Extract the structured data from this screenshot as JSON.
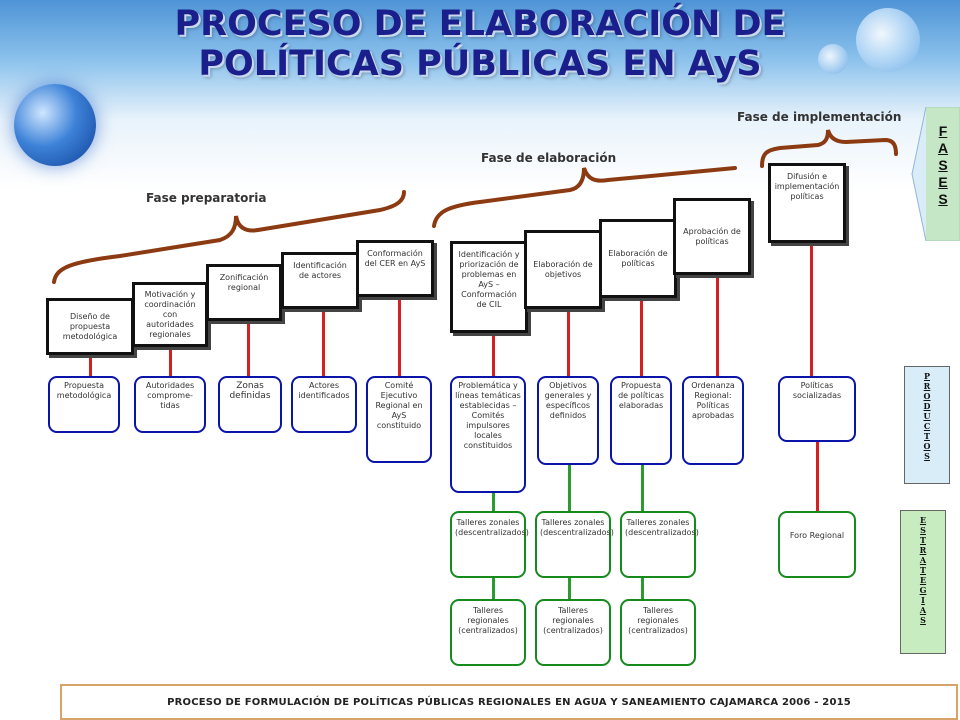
{
  "title_line1": "PROCESO DE ELABORACIÓN DE",
  "title_line2": "POLÍTICAS PÚBLICAS EN AyS",
  "phases": {
    "preparatoria": "Fase preparatoria",
    "elaboracion": "Fase de elaboración",
    "implementacion": "Fase de implementación"
  },
  "activities": [
    "Diseño de propuesta metodológica",
    "Motivación y coordinación con autoridades regionales",
    "Zonificación regional",
    "Identificación de actores",
    "Conformación del CER en AyS",
    "Identificación y priorización de problemas en AyS – Conformación de CIL",
    "Elaboración de objetivos",
    "Elaboración de políticas",
    "Aprobación de políticas",
    "Difusión e implementación políticas"
  ],
  "products": [
    "Propuesta metodológica",
    "Autoridades comprome-tidas",
    "Zonas definidas",
    "Actores identificados",
    "Comité Ejecutivo Regional en AyS constituido",
    "Problemática y líneas temáticas establecidas – Comités impulsores locales constituidos",
    "Objetivos generales y específicos definidos",
    "Propuesta de políticas elaboradas",
    "Ordenanza Regional: Políticas aprobadas",
    "Políticas socializadas"
  ],
  "strategies": {
    "zonales": "Talleres zonales (descentralizados)",
    "regionales": "Talleres regionales (centralizados)",
    "foro": "Foro Regional"
  },
  "side_labels": {
    "fases": [
      "F",
      "A",
      "S",
      "E",
      "S"
    ],
    "productos": [
      "P",
      "R",
      "O",
      "D",
      "U",
      "C",
      "T",
      "O",
      "S"
    ],
    "estrategias": [
      "E",
      "S",
      "T",
      "R",
      "A",
      "T",
      "E",
      "G",
      "I",
      "A",
      "S"
    ]
  },
  "footer": "PROCESO DE FORMULACIÓN DE POLÍTICAS PÚBLICAS REGIONALES EN AGUA Y SANEAMIENTO CAJAMARCA 2006 - 2015",
  "colors": {
    "title": "#1b1f8c",
    "bracket": "#8b3a12",
    "connector": "#d42020",
    "product_border": "#0b14a8",
    "strategy_border": "#178a1e"
  }
}
